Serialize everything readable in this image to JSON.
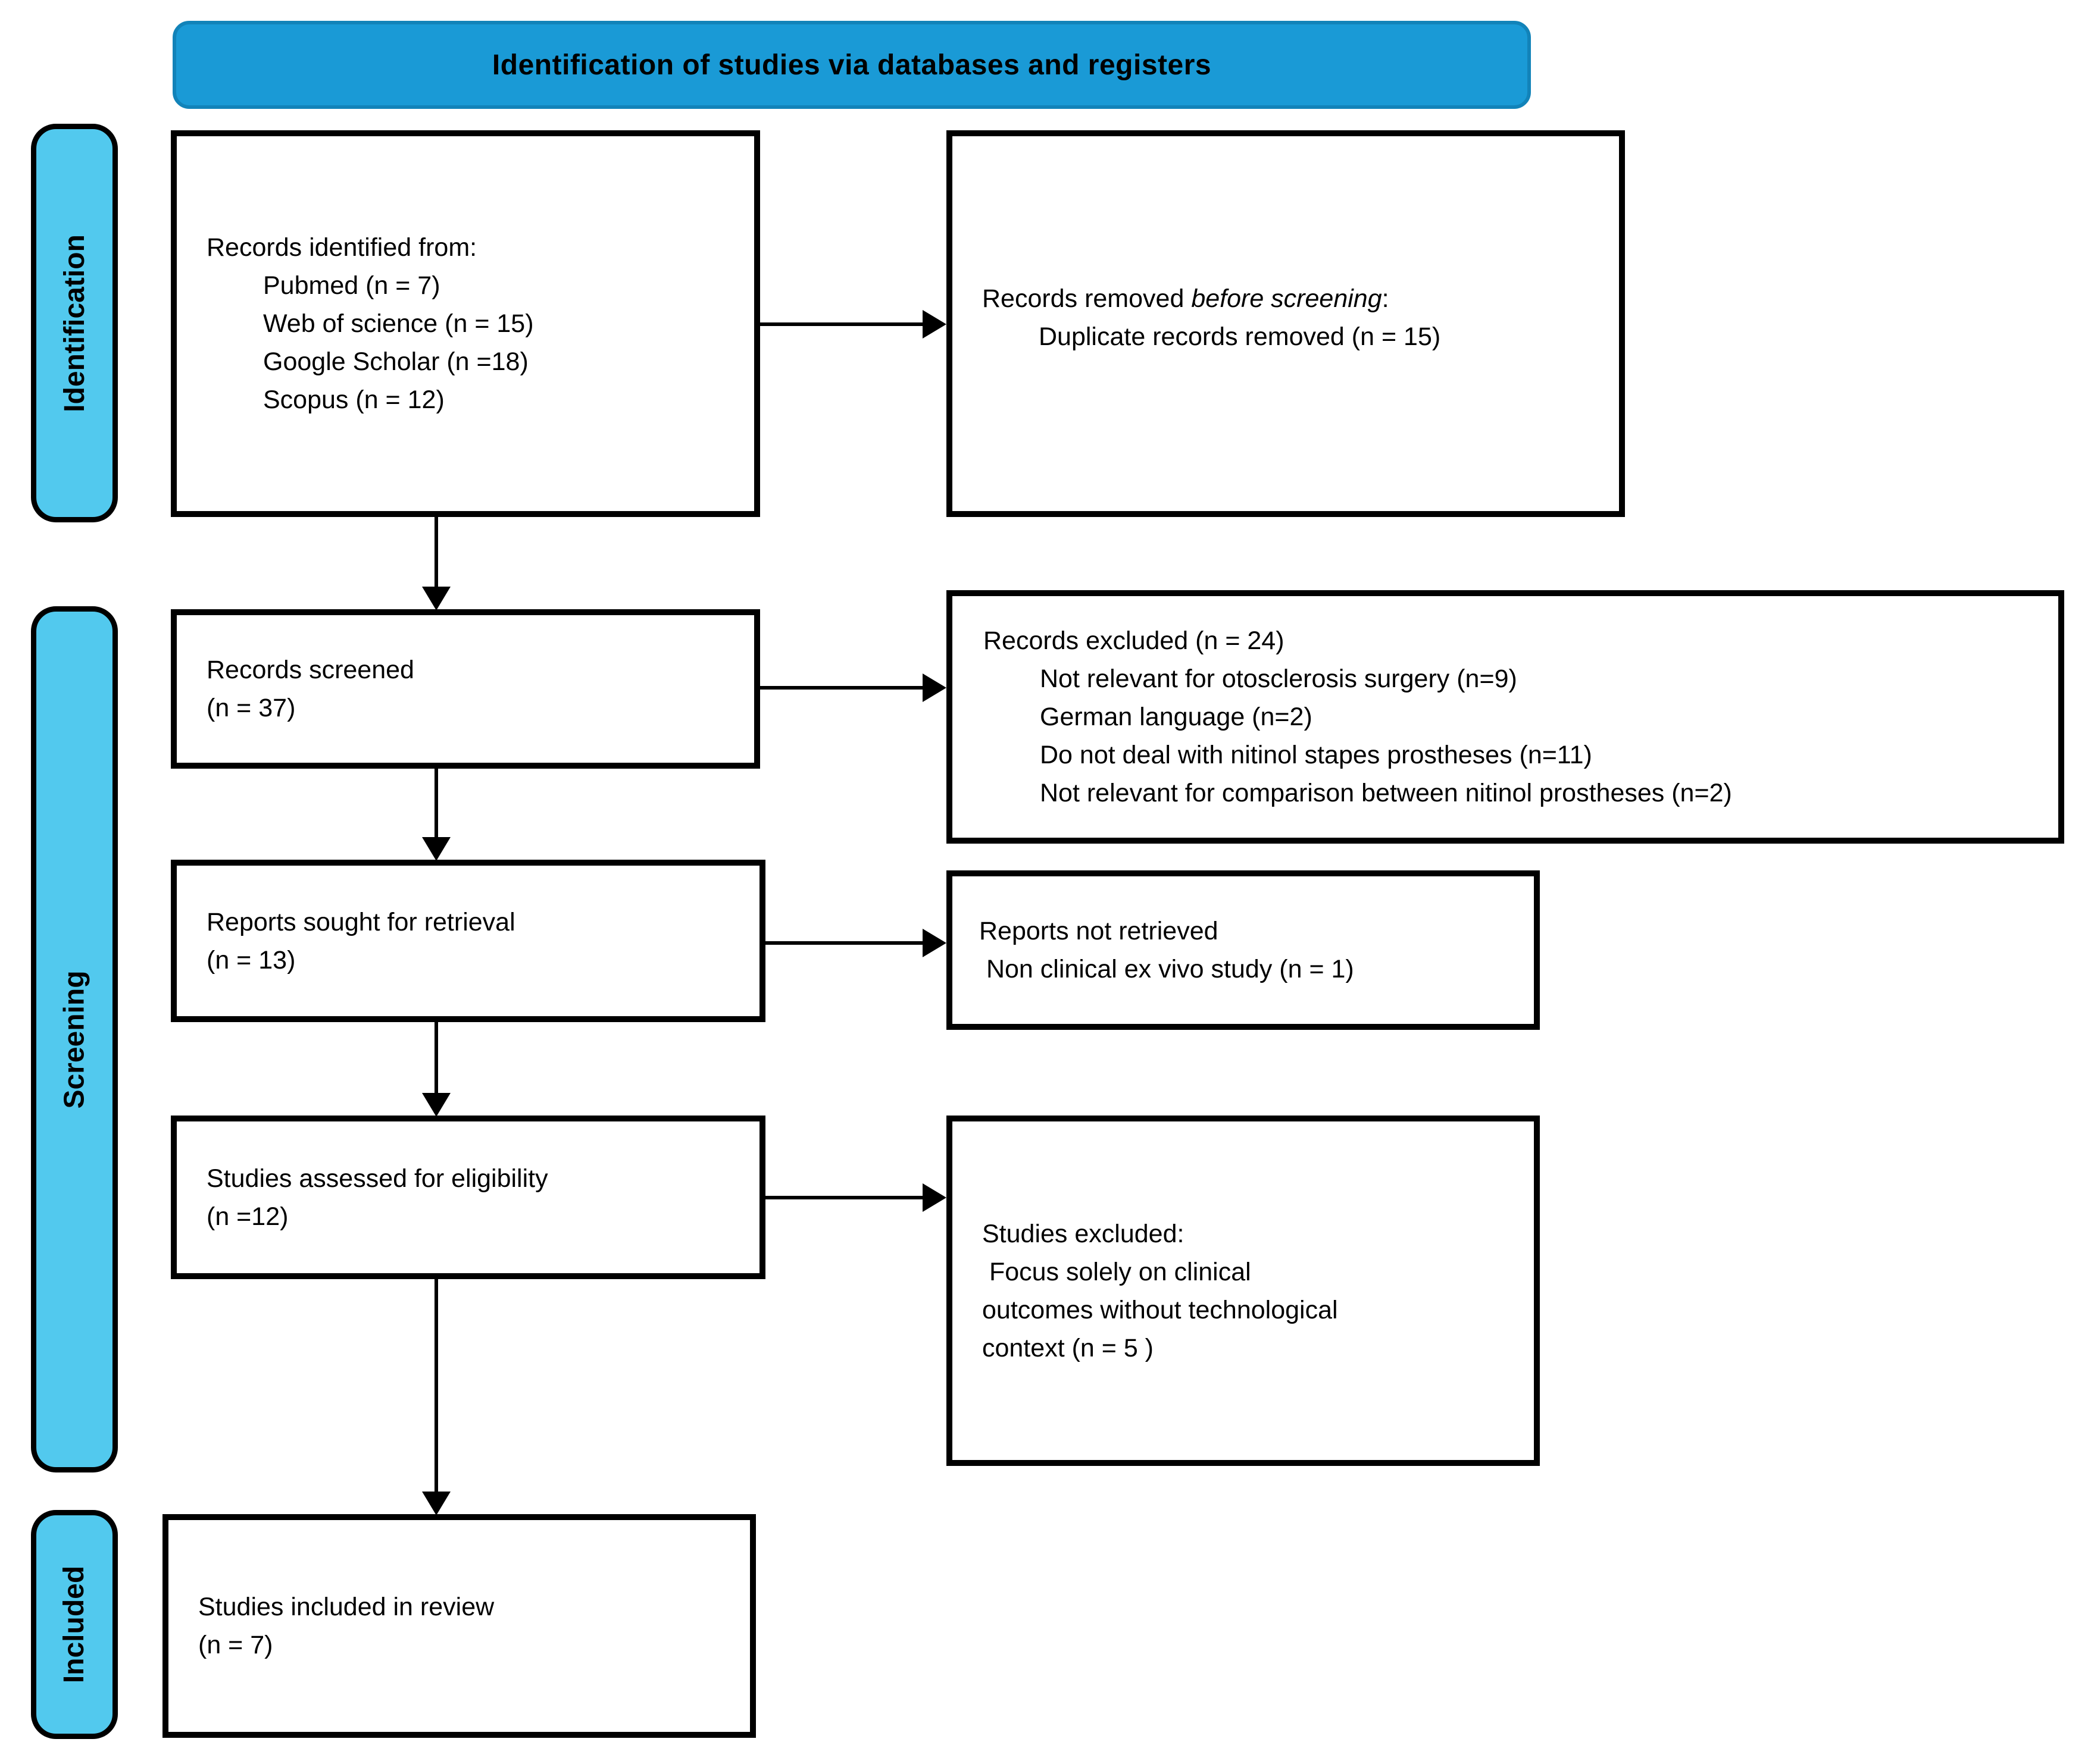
{
  "header": {
    "title": "Identification of studies via databases and registers"
  },
  "sidebar": {
    "identification": "Identification",
    "screening": "Screening",
    "included": "Included"
  },
  "colors": {
    "header_fill": "#1a9ad6",
    "header_border": "#1283b9",
    "sidebar_fill": "#52c9ee",
    "arrow_color": "#000000"
  },
  "boxes": {
    "records_identified": {
      "title": "Records identified from:",
      "items": [
        "Pubmed (n = 7)",
        "Web of science (n = 15)",
        "Google Scholar (n =18)",
        "Scopus (n = 12)"
      ]
    },
    "records_removed": {
      "prefix": "Records removed ",
      "italic": "before screening",
      "suffix": ":",
      "items": [
        "Duplicate records removed (n = 15)"
      ]
    },
    "records_screened": {
      "line1": "Records screened",
      "line2": "(n = 37)"
    },
    "records_excluded": {
      "title": "Records excluded (n = 24)",
      "items": [
        "Not relevant for otosclerosis surgery (n=9)",
        "German language (n=2)",
        "Do not deal with nitinol stapes prostheses (n=11)",
        "Not relevant for comparison between nitinol prostheses (n=2)"
      ]
    },
    "reports_sought": {
      "line1": "Reports sought for retrieval",
      "line2": "(n = 13)"
    },
    "reports_not_retrieved": {
      "line1": "Reports not retrieved",
      "line2": " Non clinical ex vivo study (n = 1)"
    },
    "studies_assessed": {
      "line1": "Studies assessed for eligibility",
      "line2": "(n =12)"
    },
    "studies_excluded": {
      "title": "Studies excluded:",
      "items": [
        " Focus solely on clinical",
        "outcomes without technological",
        "context (n = 5 )"
      ]
    },
    "studies_included": {
      "line1": "Studies included in review",
      "line2": "(n = 7)"
    }
  }
}
